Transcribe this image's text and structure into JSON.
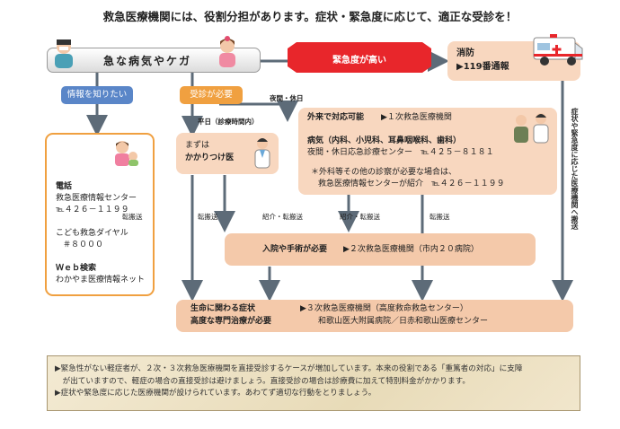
{
  "title": "救急医療機関には、役割分担があります。症状・緊急度に応じて、適正な受診を！",
  "top_box": "急な病気やケガ",
  "banner": "緊急度が高い",
  "ambulance_box": {
    "label": "消防",
    "number": "▶119番通報"
  },
  "info_button": "情報を知りたい",
  "consult_button": "受診が必要",
  "night_holiday": "夜間・休日",
  "weekday": "平日（診療時間内）",
  "info_panel": {
    "phone_head": "電話",
    "phone_line1": "救急医療情報センター",
    "phone_line2": "℡４２６－１１９９",
    "child_line1": "こども救急ダイヤル",
    "child_line2": "＃８０００",
    "web_head": "Ｗｅｂ検索",
    "web_line": "わかやま医療情報ネット"
  },
  "family_doctor": {
    "line1": "まずは",
    "line2": "かかりつけ医"
  },
  "outpatient": {
    "head": "外来で対応可能",
    "head_tail": "▶１次救急医療機関",
    "dept_line": "病気（内科、小児科、耳鼻咽喉科、歯科）",
    "center_line": "夜間・休日応急診療センター　℡４２５－８１８１",
    "note1": "＊外科等その他の診察が必要な場合は、",
    "note2": "救急医療情報センターが紹介　℡４２６－１１９９"
  },
  "transfer_labels": [
    "転搬送",
    "紹介・転搬送",
    "紹介・転搬送",
    "転搬送",
    "転搬送"
  ],
  "vertical_label": "症状や緊急度に応じた医療機関へ搬送",
  "secondary": {
    "head": "入院や手術が必要",
    "tail": "▶２次救急医療機関（市内２０病院）"
  },
  "tertiary": {
    "head1": "生命に関わる症状",
    "head2": "高度な専門治療が必要",
    "tail1": "▶３次救急医療機関（高度救命救急センター）",
    "tail2": "和歌山医大附属病院／日赤和歌山医療センター"
  },
  "notes": [
    "▶緊急性がない軽症者が、２次・３次救急医療機関を直接受診するケースが増加しています。本来の役割である「重篤者の対応」に支障",
    "　が出ていますので、軽症の場合の直接受診は避けましょう。直接受診の場合は診療費に加えて特別料金がかかります。",
    "▶症状や緊急度に応じた医療機関が設けられています。あわてず適切な行動をとりましょう。"
  ],
  "colors": {
    "arrow": "#5d6b78",
    "peach": "#f8d7bf",
    "orange": "#f0a040",
    "blue": "#5a86c8",
    "red": "#e8262b"
  }
}
